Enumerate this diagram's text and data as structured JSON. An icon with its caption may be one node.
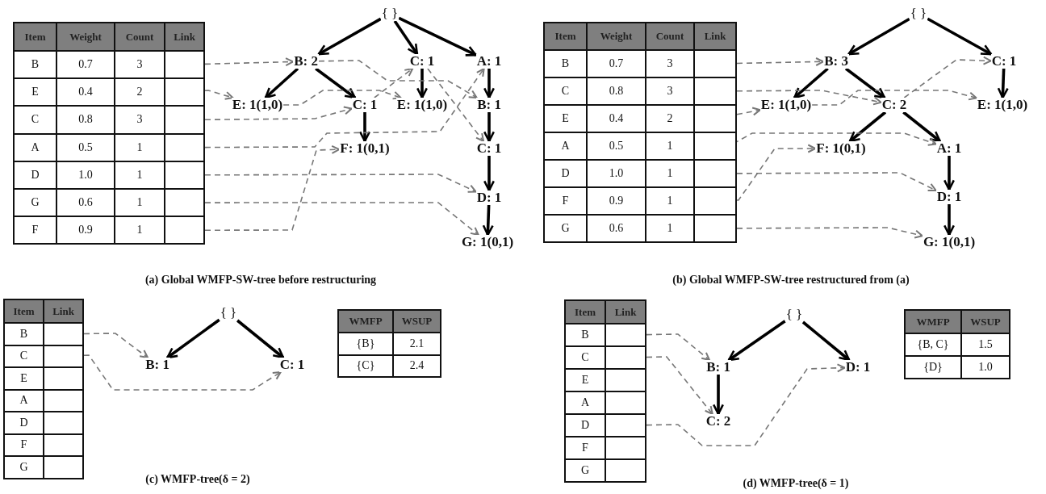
{
  "diagram": {
    "nodes": [
      {
        "text": [],
        "shape": "box"
      },
      {
        "text": [],
        "shape": "box"
      },
      {
        "text": [],
        "shape": "box"
      },
      {
        "text": [],
        "shape": "box"
      },
      {
        "text": [],
        "shape": "box"
      },
      {
        "text": [],
        "shape": "box"
      },
      {
        "text": [],
        "shape": "box"
      },
      {
        "text": [
          "{ }"
        ]
      },
      {
        "text": [
          "B: 2"
        ]
      },
      {
        "text": [
          "C: 1"
        ]
      },
      {
        "text": [
          "A: 1"
        ]
      },
      {
        "text": [
          "E: 1(1,0)"
        ]
      },
      {
        "text": [
          "C: 1"
        ]
      },
      {
        "text": [
          "E: 1(1,0)"
        ]
      },
      {
        "text": [
          "B: 1"
        ]
      },
      {
        "text": [
          "F: 1(0,1)"
        ]
      },
      {
        "text": [
          "C: 1"
        ]
      },
      {
        "text": [
          "D: 1"
        ]
      },
      {
        "text": [
          "G: 1(0,1)"
        ]
      },
      {
        "text": [],
        "shape": "box"
      },
      {
        "text": [],
        "shape": "box"
      },
      {
        "text": [],
        "shape": "box"
      },
      {
        "text": [],
        "shape": "box"
      },
      {
        "text": [],
        "shape": "box"
      },
      {
        "text": [],
        "shape": "box"
      },
      {
        "text": [],
        "shape": "box"
      },
      {
        "text": [
          "{ }"
        ]
      },
      {
        "text": [
          "B: 3"
        ]
      },
      {
        "text": [
          "C: 1"
        ]
      },
      {
        "text": [
          "E: 1(1,0)"
        ]
      },
      {
        "text": [
          "C: 2"
        ]
      },
      {
        "text": [
          "E: 1(1,0)"
        ]
      },
      {
        "text": [
          "F: 1(0,1)"
        ]
      },
      {
        "text": [
          "A: 1"
        ]
      },
      {
        "text": [
          "D: 1"
        ]
      },
      {
        "text": [
          "G: 1(0,1)"
        ]
      },
      {
        "text": [],
        "shape": "box"
      },
      {
        "text": [],
        "shape": "box"
      },
      {
        "text": [],
        "shape": "box"
      },
      {
        "text": [],
        "shape": "box"
      },
      {
        "text": [],
        "shape": "box"
      },
      {
        "text": [],
        "shape": "box"
      },
      {
        "text": [],
        "shape": "box"
      },
      {
        "text": [
          "{ }"
        ]
      },
      {
        "text": [
          "B: 1"
        ]
      },
      {
        "text": [
          "C: 1"
        ]
      },
      {
        "text": [],
        "shape": "box"
      },
      {
        "text": [],
        "shape": "box"
      },
      {
        "text": [],
        "shape": "box"
      },
      {
        "text": [],
        "shape": "box"
      },
      {
        "text": [],
        "shape": "box"
      },
      {
        "text": [],
        "shape": "box"
      },
      {
        "text": [],
        "shape": "box"
      },
      {
        "text": [
          "{ }"
        ]
      },
      {
        "text": [
          "B: 1"
        ]
      },
      {
        "text": [
          "D: 1"
        ]
      },
      {
        "text": [
          "C: 2"
        ]
      }
    ],
    "edges": [
      {
        "from": 7,
        "to": 8,
        "arrow": "to",
        "style": "thick"
      },
      {
        "from": 7,
        "to": 9,
        "arrow": "to",
        "style": "thick"
      },
      {
        "from": 7,
        "to": 10,
        "arrow": "to",
        "style": "thick"
      },
      {
        "from": 8,
        "to": 11,
        "arrow": "to",
        "style": "thick"
      },
      {
        "from": 8,
        "to": 12,
        "arrow": "to",
        "style": "thick"
      },
      {
        "from": 9,
        "to": 13,
        "arrow": "to",
        "style": "thick"
      },
      {
        "from": 12,
        "to": 15,
        "arrow": "to",
        "style": "thick"
      },
      {
        "from": 10,
        "to": 14,
        "arrow": "to",
        "style": "thick"
      },
      {
        "from": 14,
        "to": 16,
        "arrow": "to",
        "style": "thick"
      },
      {
        "from": 16,
        "to": 17,
        "arrow": "to",
        "style": "thick"
      },
      {
        "from": 17,
        "to": 18,
        "arrow": "to",
        "style": "thick"
      },
      {
        "from": 0,
        "to": 8,
        "arrow": "to",
        "style": "dashed",
        "color": "#777777"
      },
      {
        "from": 1,
        "to": 11,
        "arrow": "to",
        "style": "dashed",
        "color": "#777777"
      },
      {
        "from": 2,
        "to": 12,
        "arrow": "to",
        "style": "dashed",
        "color": "#777777"
      },
      {
        "from": 3,
        "to": 10,
        "arrow": "to",
        "style": "dashed",
        "color": "#777777"
      },
      {
        "from": 4,
        "to": 17,
        "arrow": "to",
        "style": "dashed",
        "color": "#777777"
      },
      {
        "from": 5,
        "to": 18,
        "arrow": "to",
        "style": "dashed",
        "color": "#777777"
      },
      {
        "from": 6,
        "to": 15,
        "arrow": "to",
        "style": "dashed",
        "color": "#777777"
      },
      {
        "from": 8,
        "to": 14,
        "arrow": "to",
        "style": "dashed",
        "color": "#777777"
      },
      {
        "from": 11,
        "to": 13,
        "arrow": "to",
        "style": "dashed",
        "color": "#777777"
      },
      {
        "from": 12,
        "to": 9,
        "arrow": "to",
        "style": "dashed",
        "color": "#777777"
      },
      {
        "from": 9,
        "to": 16,
        "arrow": "to",
        "style": "dashed",
        "color": "#777777"
      },
      {
        "from": 26,
        "to": 27,
        "arrow": "to",
        "style": "thick"
      },
      {
        "from": 26,
        "to": 28,
        "arrow": "to",
        "style": "thick"
      },
      {
        "from": 27,
        "to": 29,
        "arrow": "to",
        "style": "thick"
      },
      {
        "from": 27,
        "to": 30,
        "arrow": "to",
        "style": "thick"
      },
      {
        "from": 28,
        "to": 31,
        "arrow": "to",
        "style": "thick"
      },
      {
        "from": 30,
        "to": 32,
        "arrow": "to",
        "style": "thick"
      },
      {
        "from": 30,
        "to": 33,
        "arrow": "to",
        "style": "thick"
      },
      {
        "from": 33,
        "to": 34,
        "arrow": "to",
        "style": "thick"
      },
      {
        "from": 34,
        "to": 35,
        "arrow": "to",
        "style": "thick"
      },
      {
        "from": 19,
        "to": 27,
        "arrow": "to",
        "style": "dashed",
        "color": "#777777"
      },
      {
        "from": 20,
        "to": 30,
        "arrow": "to",
        "style": "dashed",
        "color": "#777777"
      },
      {
        "from": 21,
        "to": 29,
        "arrow": "to",
        "style": "dashed",
        "color": "#777777"
      },
      {
        "from": 22,
        "to": 33,
        "arrow": "to",
        "style": "dashed",
        "color": "#777777"
      },
      {
        "from": 23,
        "to": 34,
        "arrow": "to",
        "style": "dashed",
        "color": "#777777"
      },
      {
        "from": 24,
        "to": 32,
        "arrow": "to",
        "style": "dashed",
        "color": "#777777"
      },
      {
        "from": 25,
        "to": 35,
        "arrow": "to",
        "style": "dashed",
        "color": "#777777"
      },
      {
        "from": 30,
        "to": 28,
        "arrow": "to",
        "style": "dashed",
        "color": "#777777"
      },
      {
        "from": 29,
        "to": 31,
        "arrow": "to",
        "style": "dashed",
        "color": "#777777"
      },
      {
        "from": 43,
        "to": 44,
        "arrow": "to",
        "style": "thick"
      },
      {
        "from": 43,
        "to": 45,
        "arrow": "to",
        "style": "thick"
      },
      {
        "from": 36,
        "to": 44,
        "arrow": "to",
        "style": "dashed",
        "color": "#777777"
      },
      {
        "from": 37,
        "to": 45,
        "arrow": "to",
        "style": "dashed",
        "color": "#777777"
      },
      {
        "from": 53,
        "to": 54,
        "arrow": "to",
        "style": "thick"
      },
      {
        "from": 53,
        "to": 55,
        "arrow": "to",
        "style": "thick"
      },
      {
        "from": 54,
        "to": 56,
        "arrow": "to",
        "style": "thick"
      },
      {
        "from": 46,
        "to": 54,
        "arrow": "to",
        "style": "dashed",
        "color": "#777777"
      },
      {
        "from": 47,
        "to": 56,
        "arrow": "to",
        "style": "dashed",
        "color": "#777777"
      },
      {
        "from": 50,
        "to": 55,
        "arrow": "to",
        "style": "dashed",
        "color": "#777777"
      }
    ],
    "labels": [
      "Item",
      "Weight",
      "Count",
      "Link",
      "B",
      "0.7",
      "3",
      "E",
      "0.4",
      "2",
      "C",
      "0.8",
      "3",
      "A",
      "0.5",
      "1",
      "D",
      "1.0",
      "1",
      "G",
      "0.6",
      "1",
      "F",
      "0.9",
      "1",
      "Item",
      "Weight",
      "Count",
      "Link",
      "B",
      "0.7",
      "3",
      "C",
      "0.8",
      "3",
      "E",
      "0.4",
      "2",
      "A",
      "0.5",
      "1",
      "D",
      "1.0",
      "1",
      "F",
      "0.9",
      "1",
      "G",
      "0.6",
      "1",
      "(a) Global WMFP-SW-tree before restructuring",
      "(b) Global WMFP-SW-tree restructured from (a)",
      "Item",
      "Link",
      "B",
      "C",
      "E",
      "A",
      "D",
      "F",
      "G",
      "WMFP",
      "WSUP",
      "{B}",
      "2.1",
      "{C}",
      "2.4",
      "(c) WMFP-tree(δ = 2)",
      "Item",
      "Link",
      "B",
      "C",
      "E",
      "A",
      "D",
      "F",
      "G",
      "WMFP",
      "WSUP",
      "{B, C}",
      "1.5",
      "{D}",
      "1.0",
      "(d) WMFP-tree(δ = 1)"
    ]
  }
}
